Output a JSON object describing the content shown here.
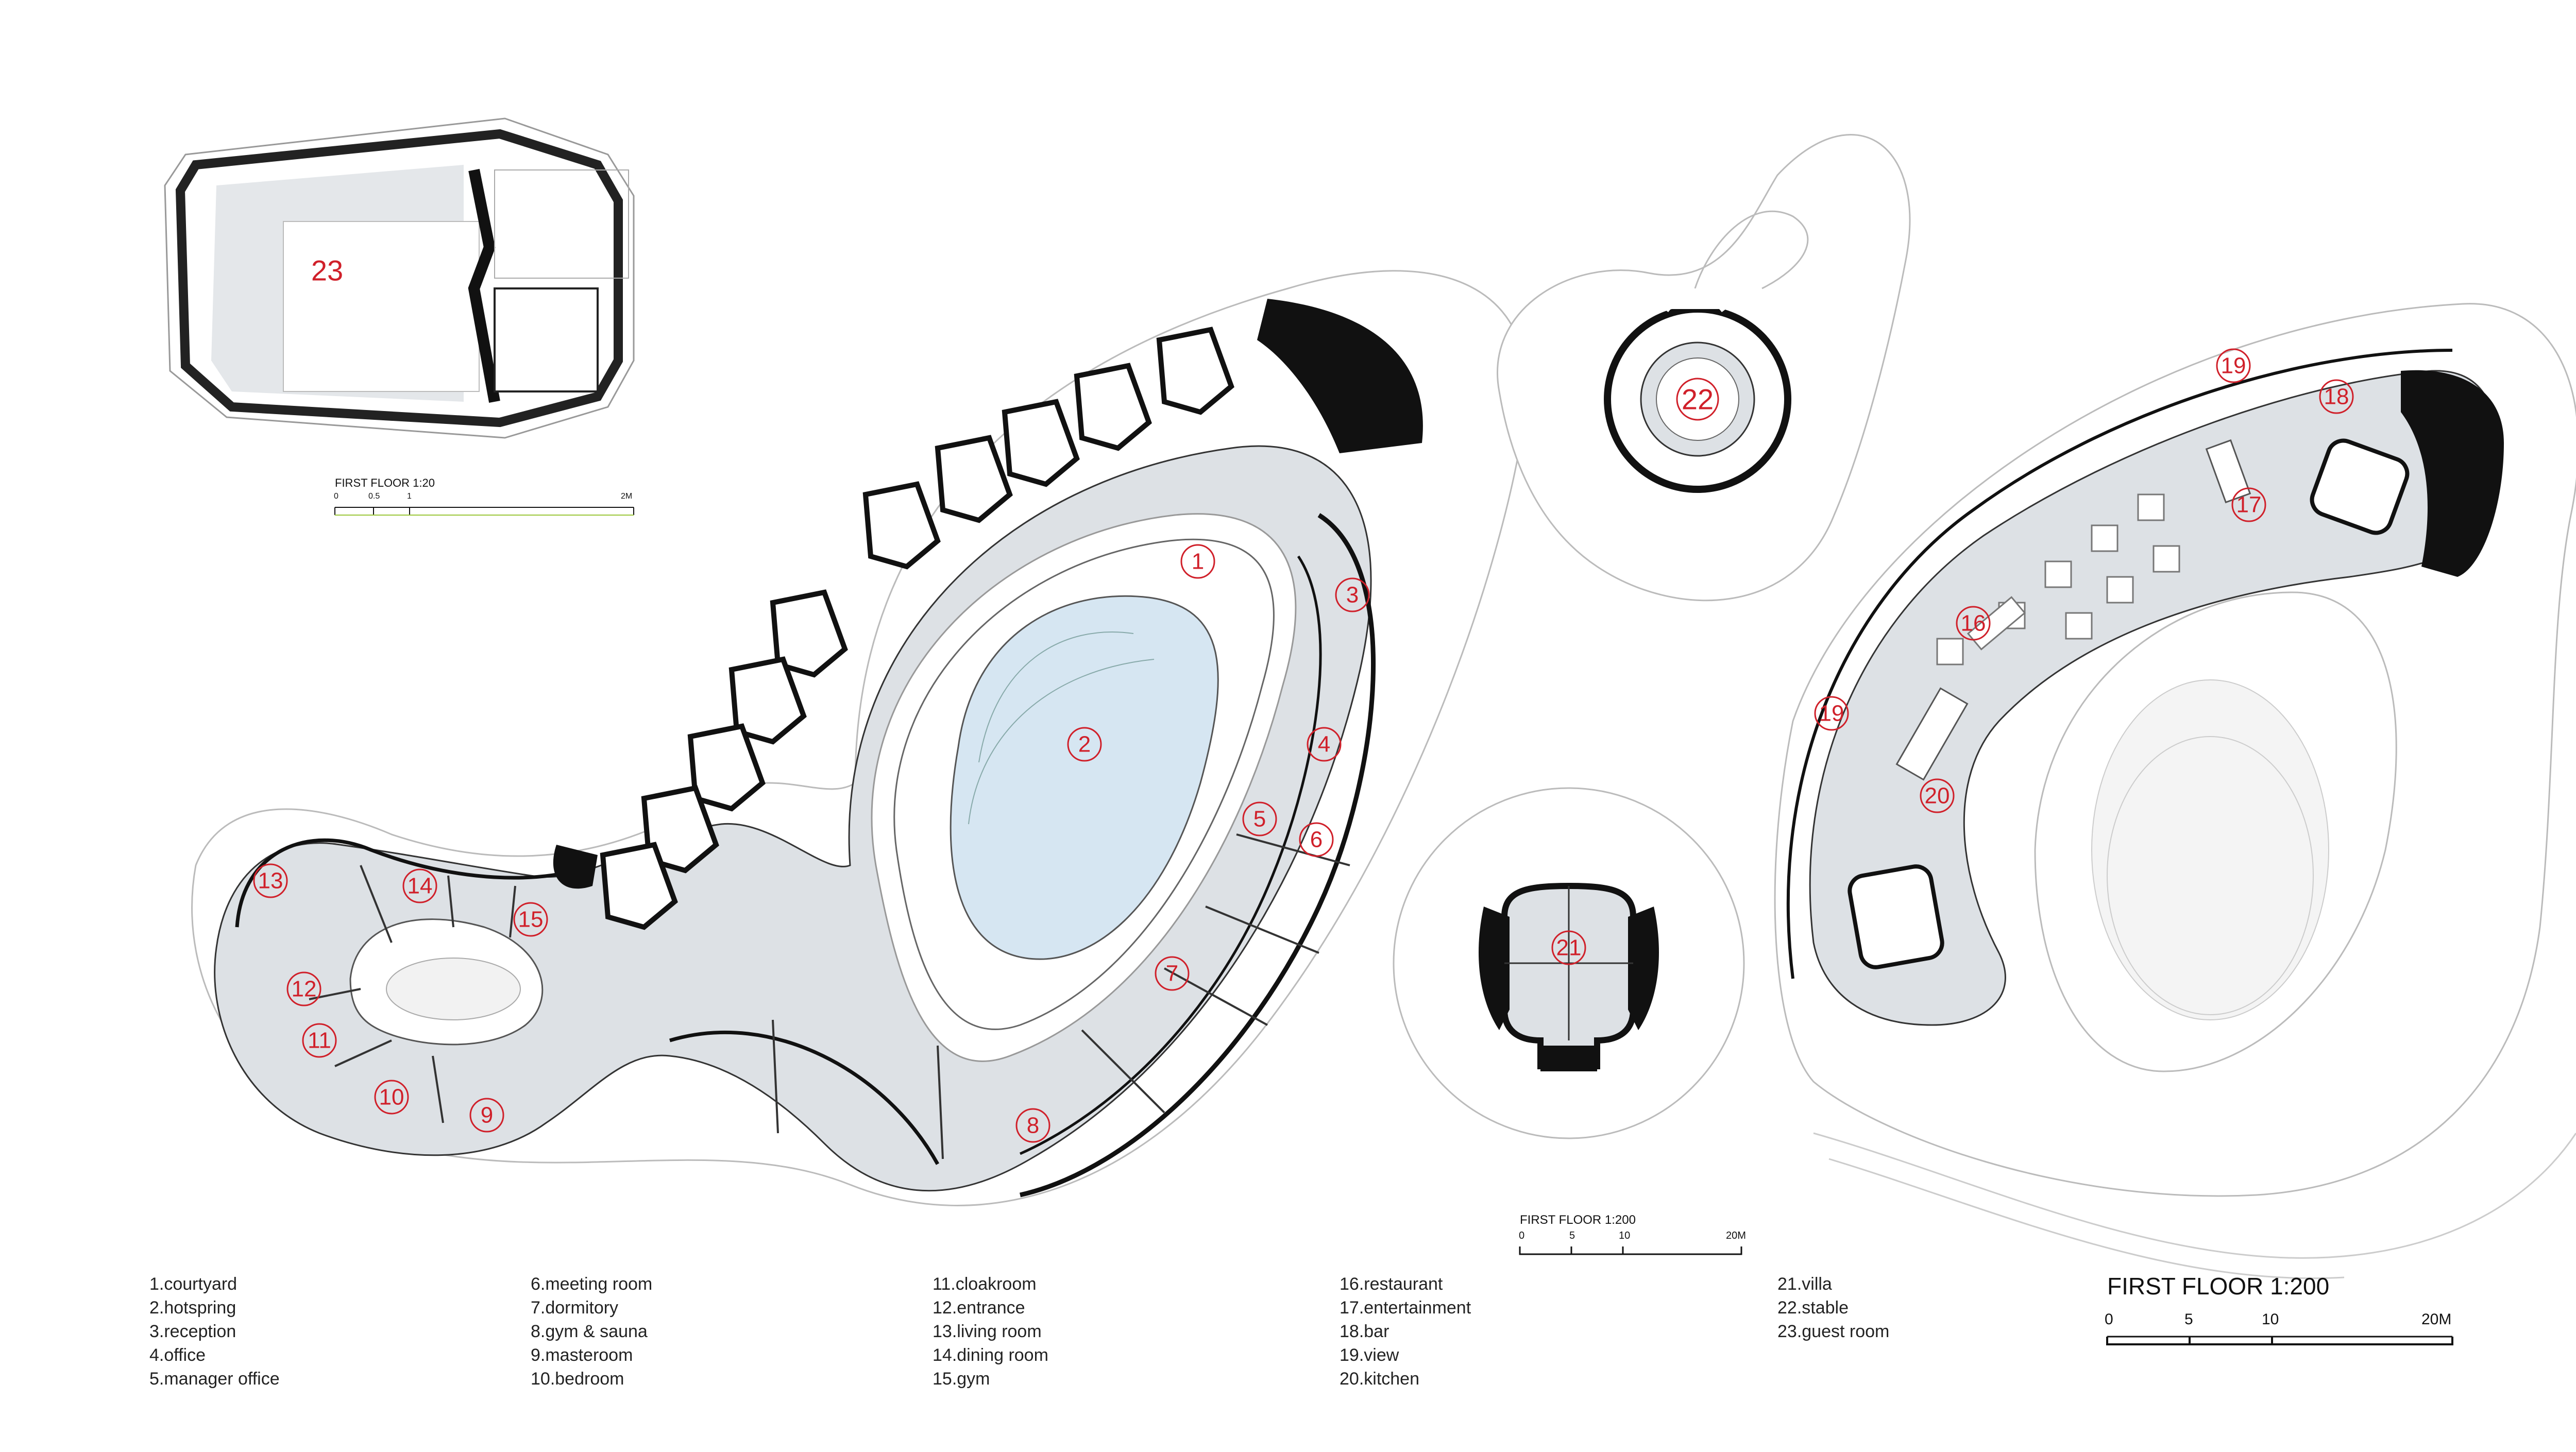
{
  "rooms": {
    "r1": "1",
    "r2": "2",
    "r3": "3",
    "r4": "4",
    "r5": "5",
    "r6": "6",
    "r7": "7",
    "r8": "8",
    "r9": "9",
    "r10": "10",
    "r11": "11",
    "r12": "12",
    "r13": "13",
    "r14": "14",
    "r15": "15",
    "r16": "16",
    "r17": "17",
    "r18": "18",
    "r19a": "19",
    "r19b": "19",
    "r20": "20",
    "r21": "21",
    "r22": "22",
    "r23": "23"
  },
  "legend": {
    "col1": [
      "1.courtyard",
      "2.hotspring",
      "3.reception",
      "4.office",
      "5.manager office"
    ],
    "col2": [
      "6.meeting room",
      "7.dormitory",
      "8.gym & sauna",
      "9.masteroom",
      "10.bedroom"
    ],
    "col3": [
      "11.cloakroom",
      "12.entrance",
      "13.living room",
      "14.dining room",
      "15.gym"
    ],
    "col4": [
      "16.restaurant",
      "17.entertainment",
      "18.bar",
      "19.view",
      "20.kitchen"
    ],
    "col5": [
      "21.villa",
      "22.stable",
      "23.guest room"
    ]
  },
  "scales": {
    "main": {
      "title": "FIRST FLOOR 1:200",
      "ticks": [
        "0",
        "5",
        "10",
        "20M"
      ]
    },
    "mid": {
      "title": "FIRST FLOOR 1:200",
      "ticks": [
        "0",
        "5",
        "10",
        "20M"
      ]
    },
    "guest": {
      "title": "FIRST FLOOR 1:20",
      "ticks": [
        "0",
        "0.5",
        "1",
        "2M"
      ]
    }
  },
  "colors": {
    "label": "#d0202a",
    "water": "#d6e6f2",
    "floor": "#dde1e5",
    "wall": "#111111"
  }
}
